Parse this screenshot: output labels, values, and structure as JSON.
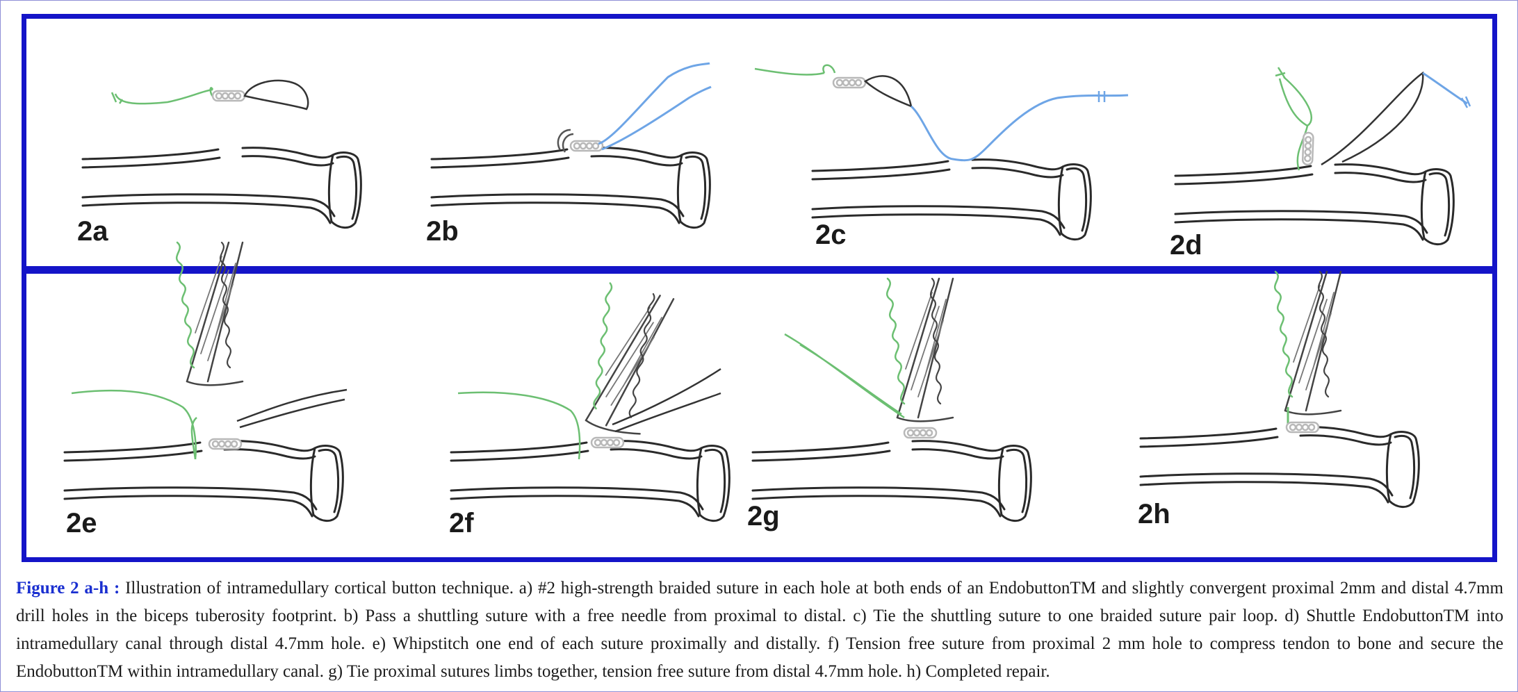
{
  "figure": {
    "panels": [
      {
        "id": "2a",
        "label": "2a"
      },
      {
        "id": "2b",
        "label": "2b"
      },
      {
        "id": "2c",
        "label": "2c"
      },
      {
        "id": "2d",
        "label": "2d"
      },
      {
        "id": "2e",
        "label": "2e"
      },
      {
        "id": "2f",
        "label": "2f"
      },
      {
        "id": "2g",
        "label": "2g"
      },
      {
        "id": "2h",
        "label": "2h"
      }
    ]
  },
  "caption": {
    "lead": "Figure 2 a-h :",
    "text": " Illustration of intramedullary cortical button technique. a) #2 high-strength braided suture in each hole at both ends of an EndobuttonTM and slightly convergent proximal 2mm and distal 4.7mm drill holes in the biceps tuberosity footprint. b) Pass a shuttling suture with a free needle from proximal to distal. c) Tie the shuttling suture to one braided suture pair loop. d) Shuttle EndobuttonTM into intramedullary canal through distal 4.7mm hole. e) Whipstitch one end of each suture proximally and distally. f) Tension free suture from proximal 2 mm hole to compress tendon to bone and secure the EndobuttonTM within intramedullary canal. g) Tie proximal sutures limbs together, tension free suture from distal 4.7mm hole. h) Completed repair."
  },
  "colors": {
    "frame_border": "#1414c8",
    "caption_lead": "#1a2fd0",
    "bone_stroke": "#2a2a2a",
    "suture_green": "#6cbf72",
    "suture_blue": "#6ea5e6",
    "button_gray": "#b8b8b8"
  }
}
